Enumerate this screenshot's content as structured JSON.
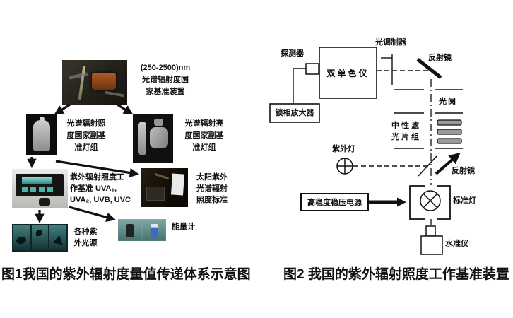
{
  "colors": {
    "ink": "#111111",
    "filter_bar": "#9a9a9a",
    "display_teal": "#2e8b86"
  },
  "figure1": {
    "caption": "图1我国的紫外辐射度量值传递体系示意图",
    "labels": {
      "national_device": "(250-2500)nm\n光谱辐射度国\n家基准装置",
      "illuminance_sub_standard": "光谱辐射照\n度国家副基\n准灯组",
      "radiance_sub_standard": "光谱辐射亮\n度国家副基\n准灯组",
      "working_standard": "紫外辐射照度工\n作基准 UVA₁,\nUVA₂, UVB, UVC",
      "solar_standard": "太阳紫外\n光谱辐射\n照度标准",
      "uv_sources": "各种紫\n外光源",
      "energy_meter": "能量计"
    },
    "photo_names": [
      "national-primary-standard-device",
      "irradiance-sub-standard-lamp",
      "radiance-sub-standard-lamp",
      "uv-working-standard-instrument",
      "solar-uv-standard-setup",
      "various-uv-sources",
      "energy-meters"
    ]
  },
  "figure2": {
    "caption": "图2 我国的紫外辐射照度工作基准装置",
    "labels": {
      "detector": "探测器",
      "monochromator": "双单色仪",
      "lockin_amplifier": "锁相放大器",
      "modulator": "光调制器",
      "mirror_top": "反射镜",
      "aperture": "光阑",
      "neutral_filters": "中性滤\n光片组",
      "uv_lamp": "紫外灯",
      "mirror_bottom": "反射镜",
      "power_supply": "高稳度稳压电源",
      "standard_lamp": "标准灯",
      "level_meter": "水准仪"
    }
  }
}
